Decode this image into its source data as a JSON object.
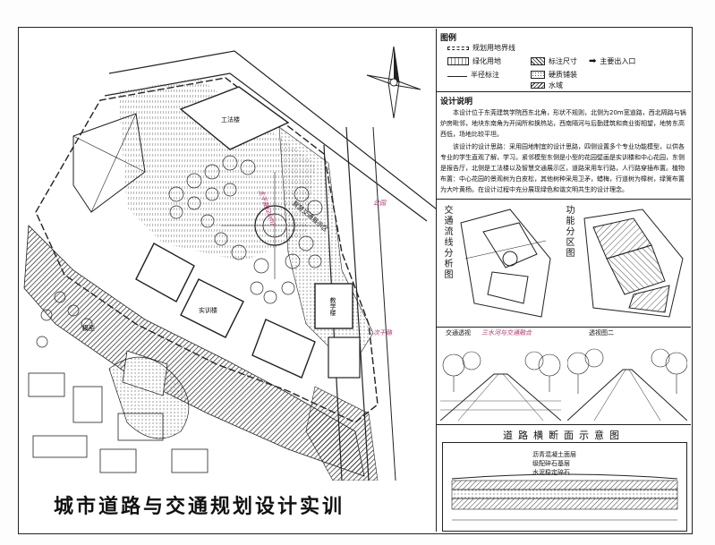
{
  "legend": {
    "title": "图例",
    "items": [
      {
        "label": "规划用地界线"
      },
      {
        "label": "绿化用地"
      },
      {
        "label": "半径标注"
      },
      {
        "label": "标注尺寸"
      },
      {
        "label": "硬质铺装"
      },
      {
        "label": "主要出入口"
      },
      {
        "label": "水域"
      }
    ]
  },
  "description": {
    "title": "设计说明",
    "paragraphs": [
      "本设计位于东莞建筑学院西东北角，形状不规则，北侧为20m宽道路，西北隔路与锅炉房毗邻，地块东南角为开阔所和换热站，西南隔河与后勤建筑和商业街相望，地势东高西低，场地比较平坦。",
      "该设计的设计思路：采用园地制宜的设计思路，四侧设置多个专业功能模型，以供各专业的学生直观了解，学习。紧邻模型东侧是小型的花园壁画是实训楼和中心花园，东侧是报告厅，北侧是工法楼以及智慧交通展示区，道路采用车行路，人行路穿插布置。植物布置：中心花园的景观树为白皮松，其他树种采用卫矛，蜡梅，行道树为樟树，绿篱布置为大叶黄杨。在设计过程中充分展现绿色和谐文明共生的设计理念。"
    ]
  },
  "site_labels": {
    "building_north": "工法楼",
    "building_east": "教学楼",
    "building_center": "实训楼",
    "zone_display": "智慧交通展示区",
    "zone_sw": "模型",
    "hand_note_1": "主干路(20m)",
    "hand_note_2": "次干路",
    "hand_note_3": "公园"
  },
  "sketches": {
    "label_left": "交通流线分析图",
    "label_right": "功能分区图",
    "persp_left": "交通透视",
    "persp_right": "透视图二",
    "persp_hand": "三水河与交通融合"
  },
  "section": {
    "title": "道路横断面示意图",
    "notes": [
      "沥青混凝土面层",
      "级配碎石基层",
      "水泥稳定碎石"
    ]
  },
  "main_title": "城市道路与交通规划设计实训"
}
